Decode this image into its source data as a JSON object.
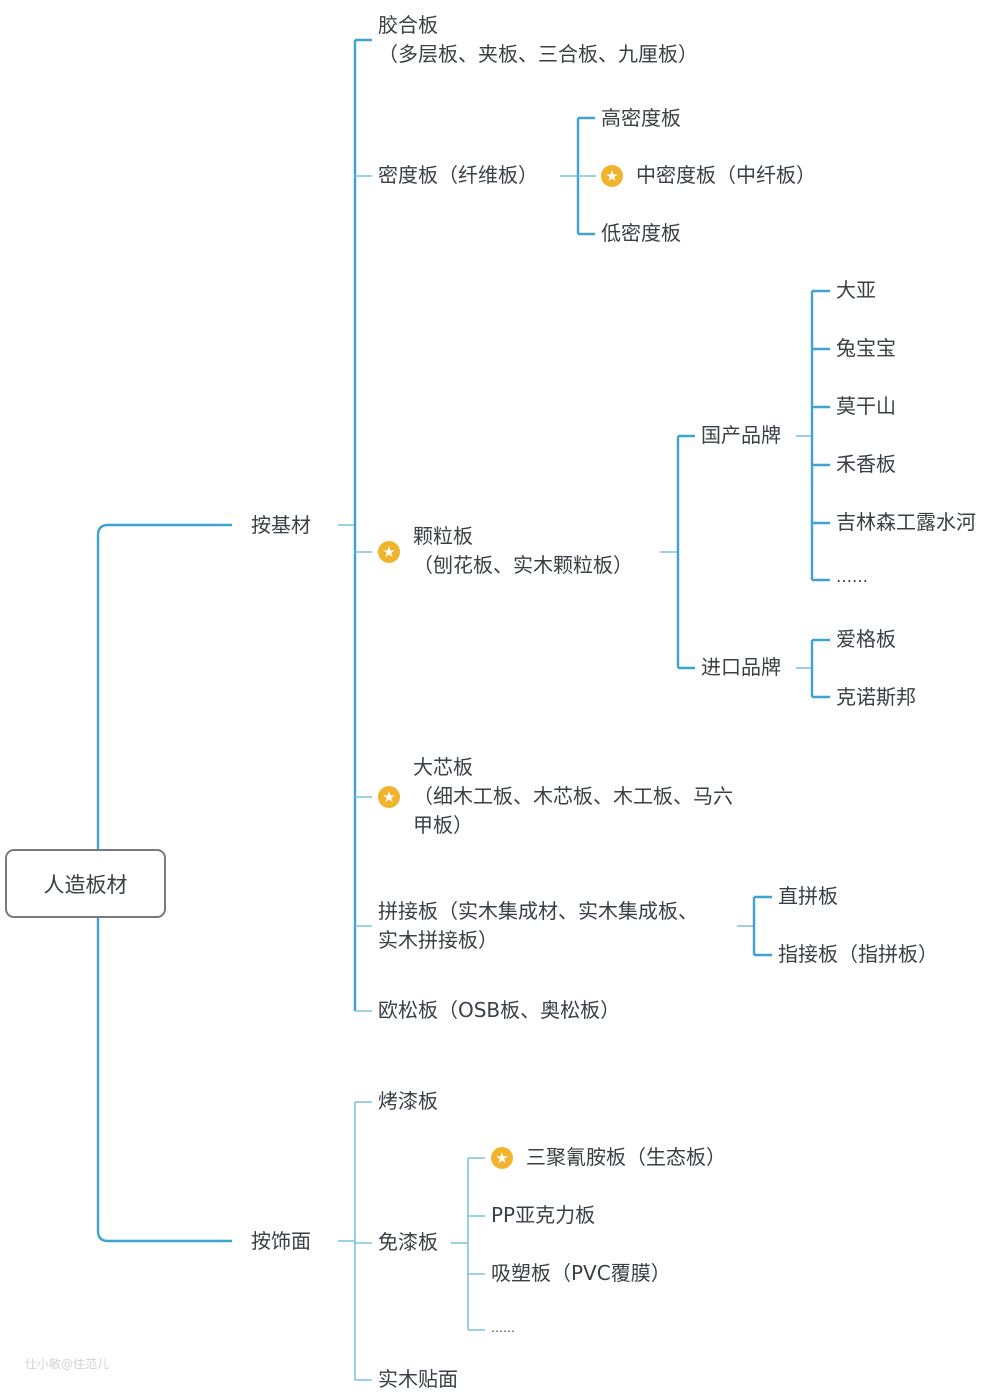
{
  "root": {
    "label": "人造板材"
  },
  "branches": {
    "by_substrate": {
      "label": "按基材",
      "plywood": {
        "line1": "胶合板",
        "line2": "（多层板、夹板、三合板、九厘板）"
      },
      "density_board": {
        "label": "密度板（纤维板）",
        "children": [
          "高密度板",
          "中密度板（中纤板）",
          "低密度板"
        ]
      },
      "particle_board": {
        "line1": "颗粒板",
        "line2": "（刨花板、实木颗粒板）",
        "domestic": {
          "label": "国产品牌",
          "children": [
            "大亚",
            "兔宝宝",
            "莫干山",
            "禾香板",
            "吉林森工露水河",
            "……"
          ]
        },
        "imported": {
          "label": "进口品牌",
          "children": [
            "爱格板",
            "克诺斯邦"
          ]
        }
      },
      "blockboard": {
        "line1": "大芯板",
        "line2": "（细木工板、木芯板、木工板、马六",
        "line3": "甲板）"
      },
      "finger_joint": {
        "line1": "拼接板（实木集成材、实木集成板、",
        "line2": "实木拼接板）",
        "children": [
          "直拼板",
          "指接板（指拼板）"
        ]
      },
      "osb": {
        "label": "欧松板（OSB板、奥松板）"
      }
    },
    "by_finish": {
      "label": "按饰面",
      "lacquer": {
        "label": "烤漆板"
      },
      "no_paint": {
        "label": "免漆板",
        "children": [
          "三聚氰胺板（生态板）",
          "PP亚克力板",
          "吸塑板（PVC覆膜）",
          "……"
        ]
      },
      "veneer": {
        "label": "实木贴面"
      }
    }
  },
  "icons": {
    "star": "star-icon",
    "star_glyph": "★"
  },
  "colors": {
    "line_light": "#7cc3e0",
    "line_bold": "#3ea3d3",
    "star": "#f2b32c",
    "text": "#3a3f45"
  },
  "watermark": "仕小敏@住范儿"
}
